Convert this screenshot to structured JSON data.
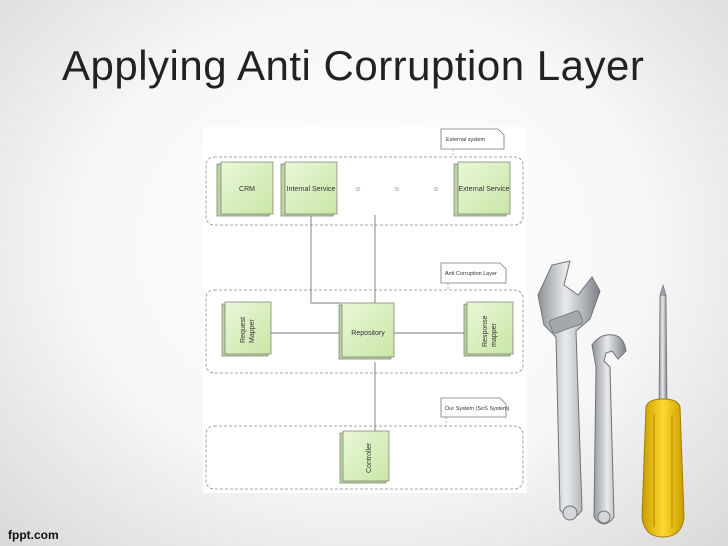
{
  "slide": {
    "title": "Applying Anti Corruption Layer",
    "brand": "fppt.com"
  },
  "diagram": {
    "external_note": "External system",
    "acl_note": "Anti Corruption Layer",
    "our_system_note": "Our System (SoS System)",
    "external_boxes": {
      "crm": "CRM",
      "internal_service": "Internal Service",
      "external_service": "External Service"
    },
    "smiley": "☺",
    "acl_boxes": {
      "request_mapper_1": "Request",
      "request_mapper_2": "Mapper",
      "repository": "Repository",
      "response_mapper_1": "Response",
      "response_mapper_2": "mapper"
    },
    "our_boxes": {
      "controller": "Controller"
    }
  },
  "colors": {
    "node_fill": "#dff1c6",
    "node_border": "#777777",
    "tool_steel": "#b9bcc1",
    "screwdriver_handle": "#f2c400"
  }
}
